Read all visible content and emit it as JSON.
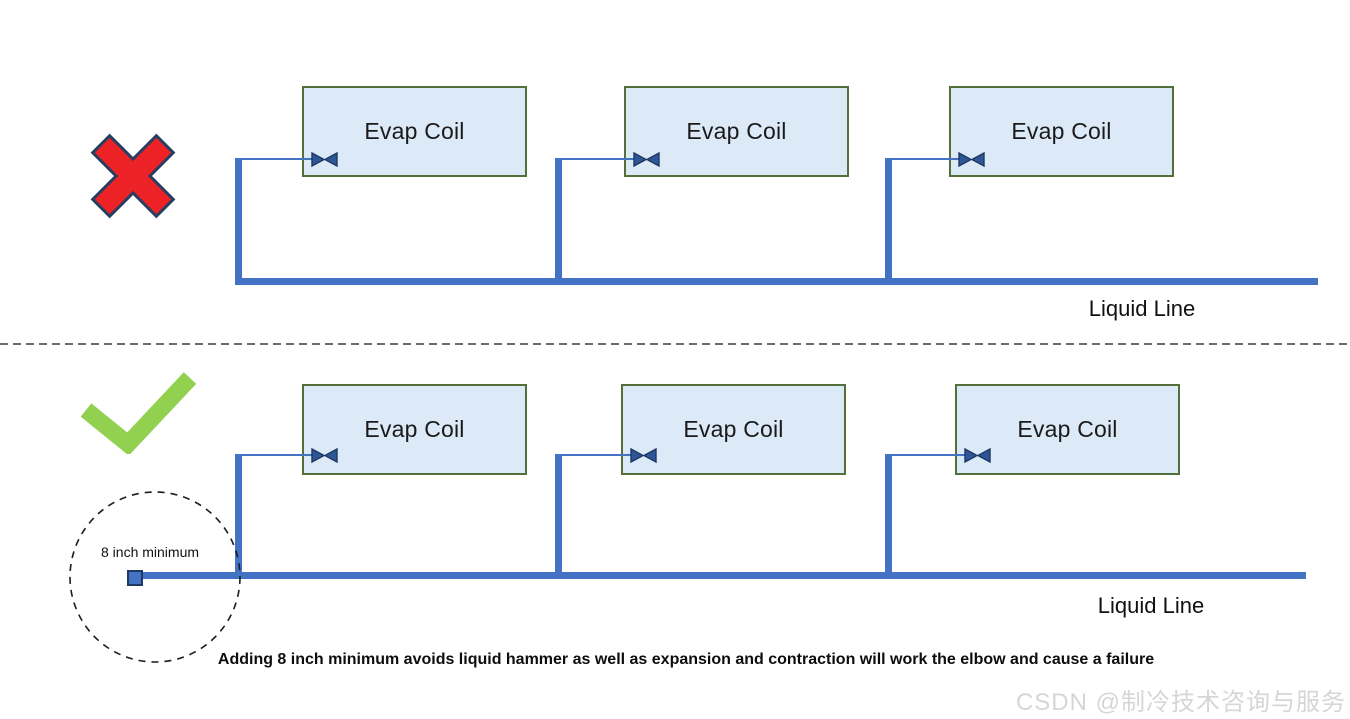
{
  "diagram": {
    "wrong_section": {
      "marker_icon": "cross-icon",
      "coils": [
        {
          "label": "Evap Coil"
        },
        {
          "label": "Evap Coil"
        },
        {
          "label": "Evap Coil"
        }
      ],
      "liquid_line_label": "Liquid Line"
    },
    "correct_section": {
      "marker_icon": "check-icon",
      "coils": [
        {
          "label": "Evap Coil"
        },
        {
          "label": "Evap Coil"
        },
        {
          "label": "Evap Coil"
        }
      ],
      "liquid_line_label": "Liquid Line",
      "annotation": "8 inch minimum"
    },
    "caption": "Adding 8 inch minimum avoids liquid hammer as well as expansion and contraction will work the elbow and cause a failure",
    "watermark": "CSDN @制冷技术咨询与服务",
    "icons": {
      "valve": "valve-bowtie-icon",
      "cross": "cross-icon",
      "check": "check-icon"
    },
    "colors": {
      "pipe": "#4472C4",
      "valve_fill": "#2E5697",
      "valve_border": "#1F3864",
      "coil_fill": "#DCE9F6",
      "coil_border": "#546F3A",
      "cross_fill": "#EC2227",
      "cross_border": "#243F60",
      "check_green": "#92D050"
    }
  }
}
